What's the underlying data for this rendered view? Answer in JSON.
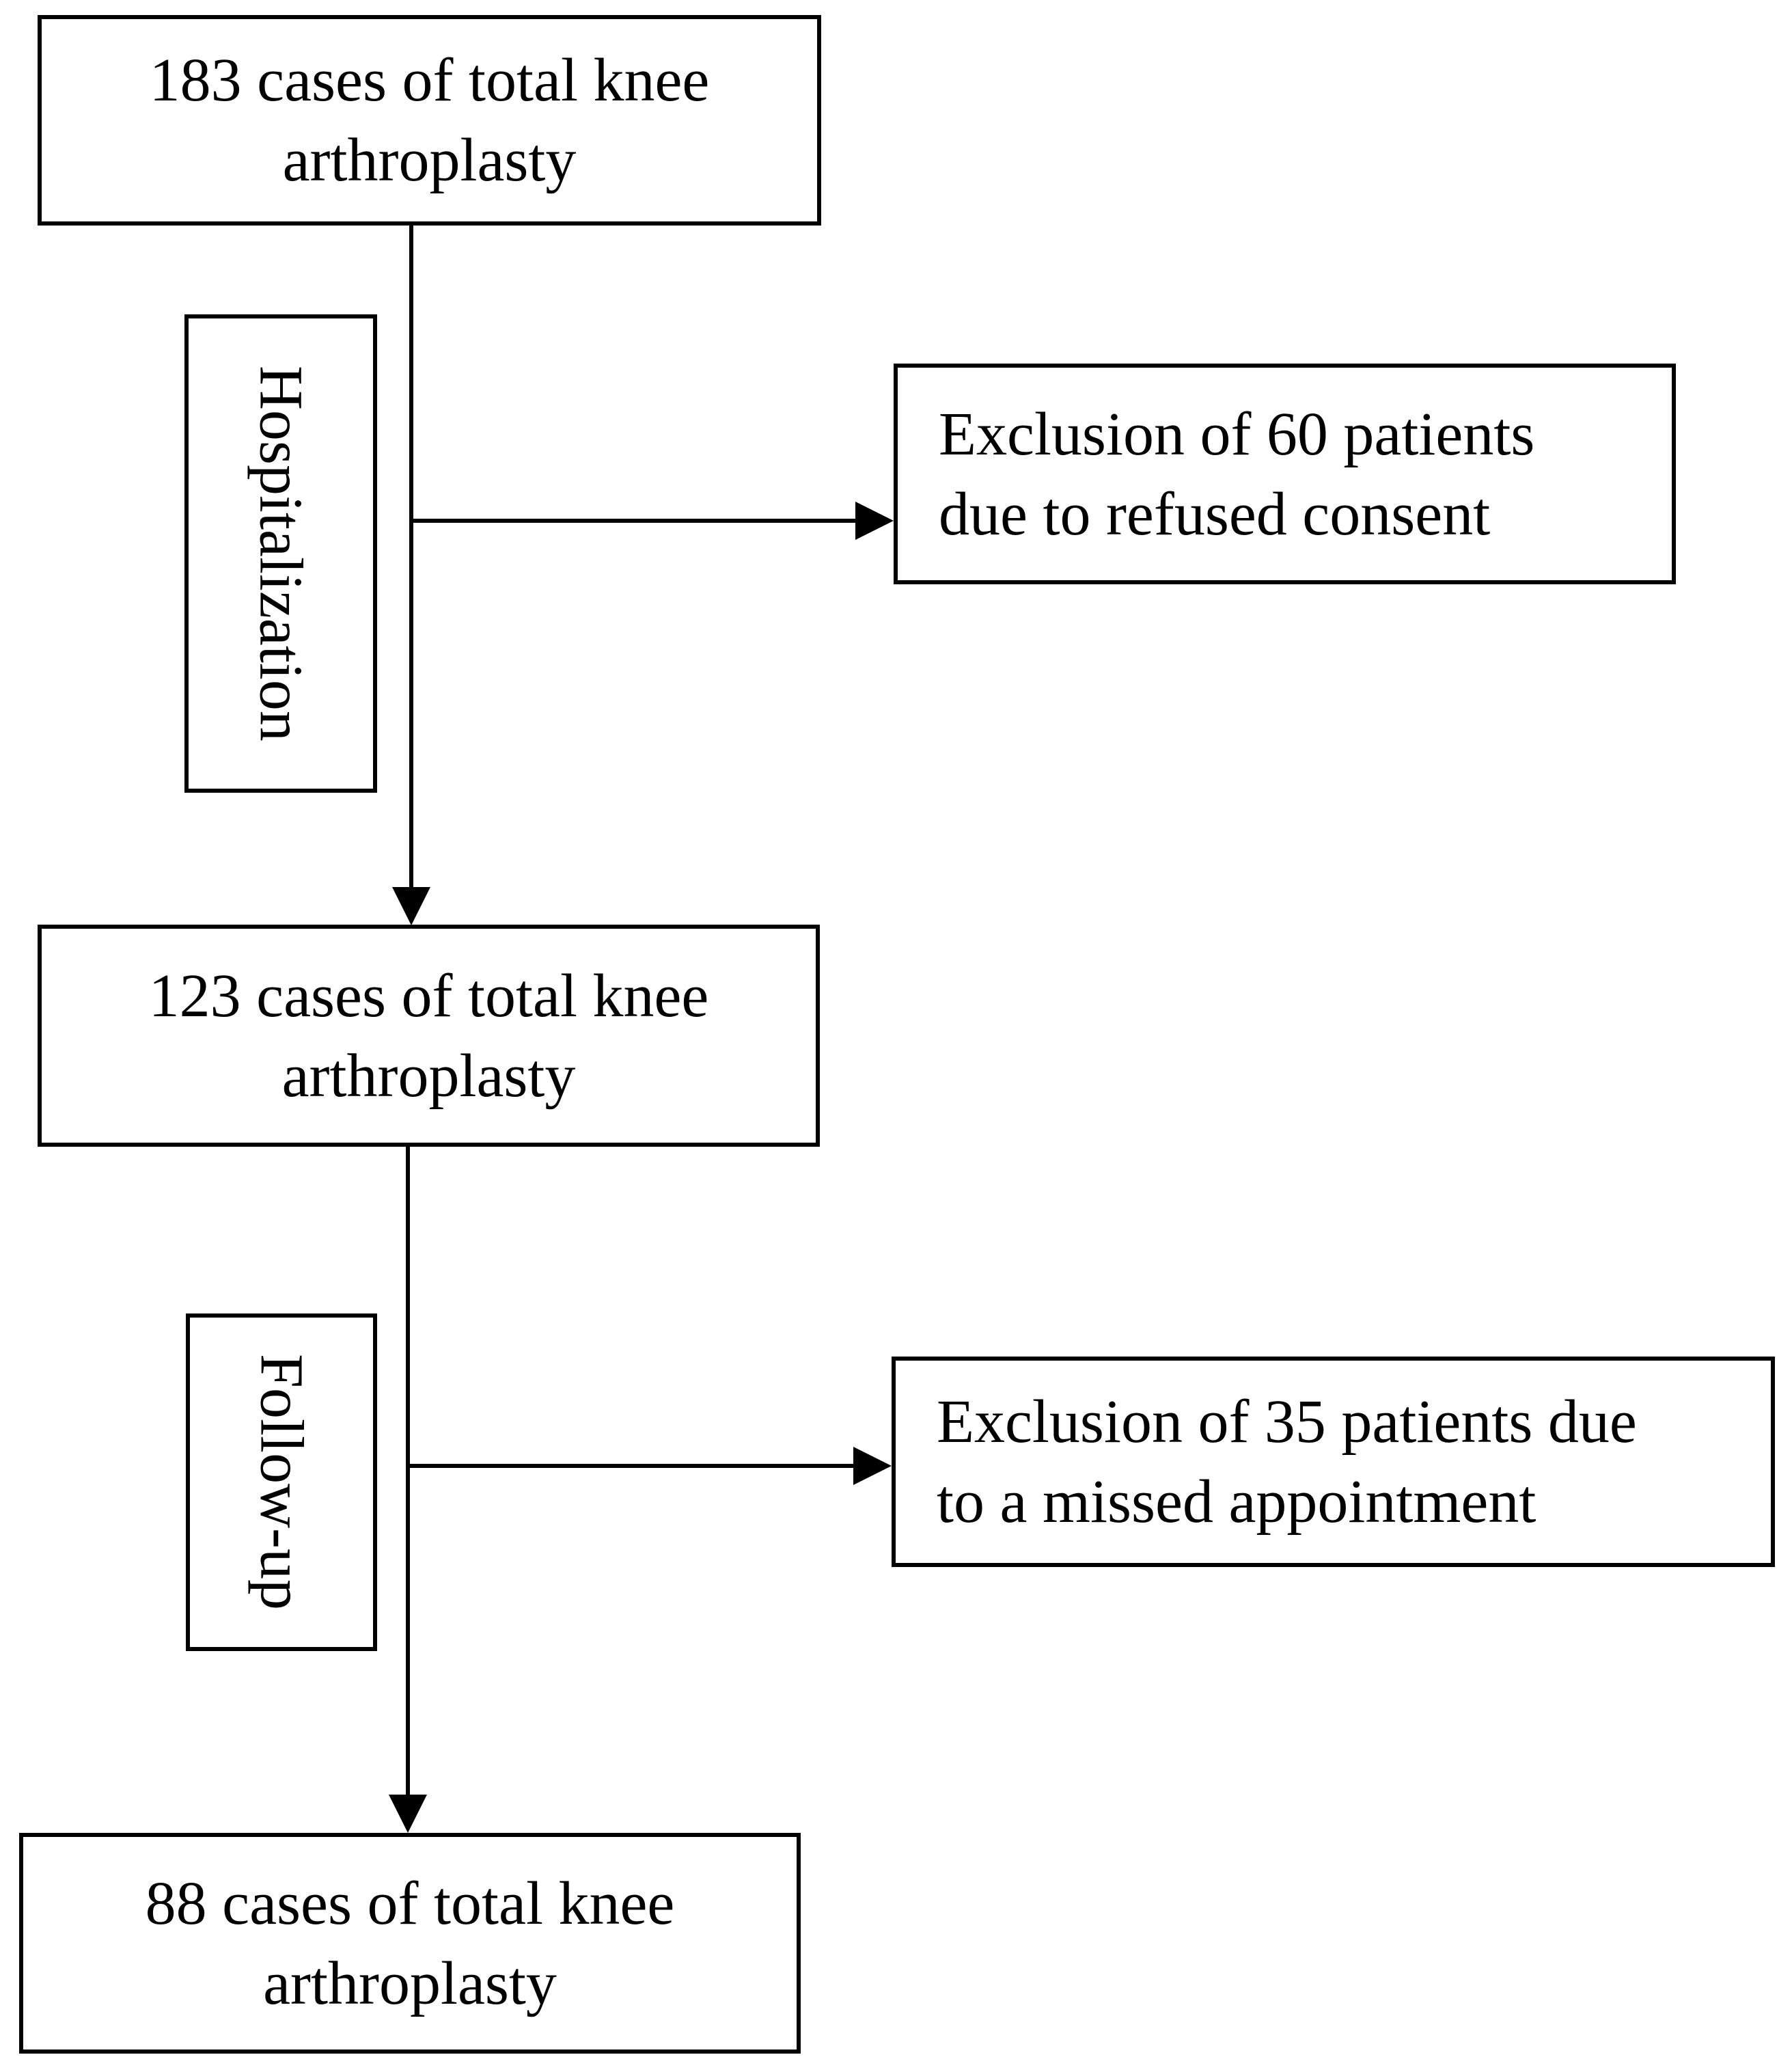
{
  "diagram": {
    "type": "flowchart",
    "topic": "Patient flow for total knee arthroplasty study",
    "colors": {
      "background": "#ffffff",
      "line": "#000000",
      "text": "#000000"
    },
    "boxes": {
      "start": {
        "line1": "183 cases of total knee",
        "line2": "arthroplasty"
      },
      "mid": {
        "line1": "123 cases of total knee",
        "line2": "arthroplasty"
      },
      "end": {
        "line1": "88 cases of total knee",
        "line2": "arthroplasty"
      }
    },
    "phase_labels": {
      "phase1": "Hospitalization",
      "phase2": "Follow-up"
    },
    "exclusions": {
      "first": {
        "line1": "Exclusion of 60 patients",
        "line2": "due to refused consent"
      },
      "second": {
        "line1": "Exclusion of 35 patients due",
        "line2": "to a missed appointment"
      }
    }
  }
}
